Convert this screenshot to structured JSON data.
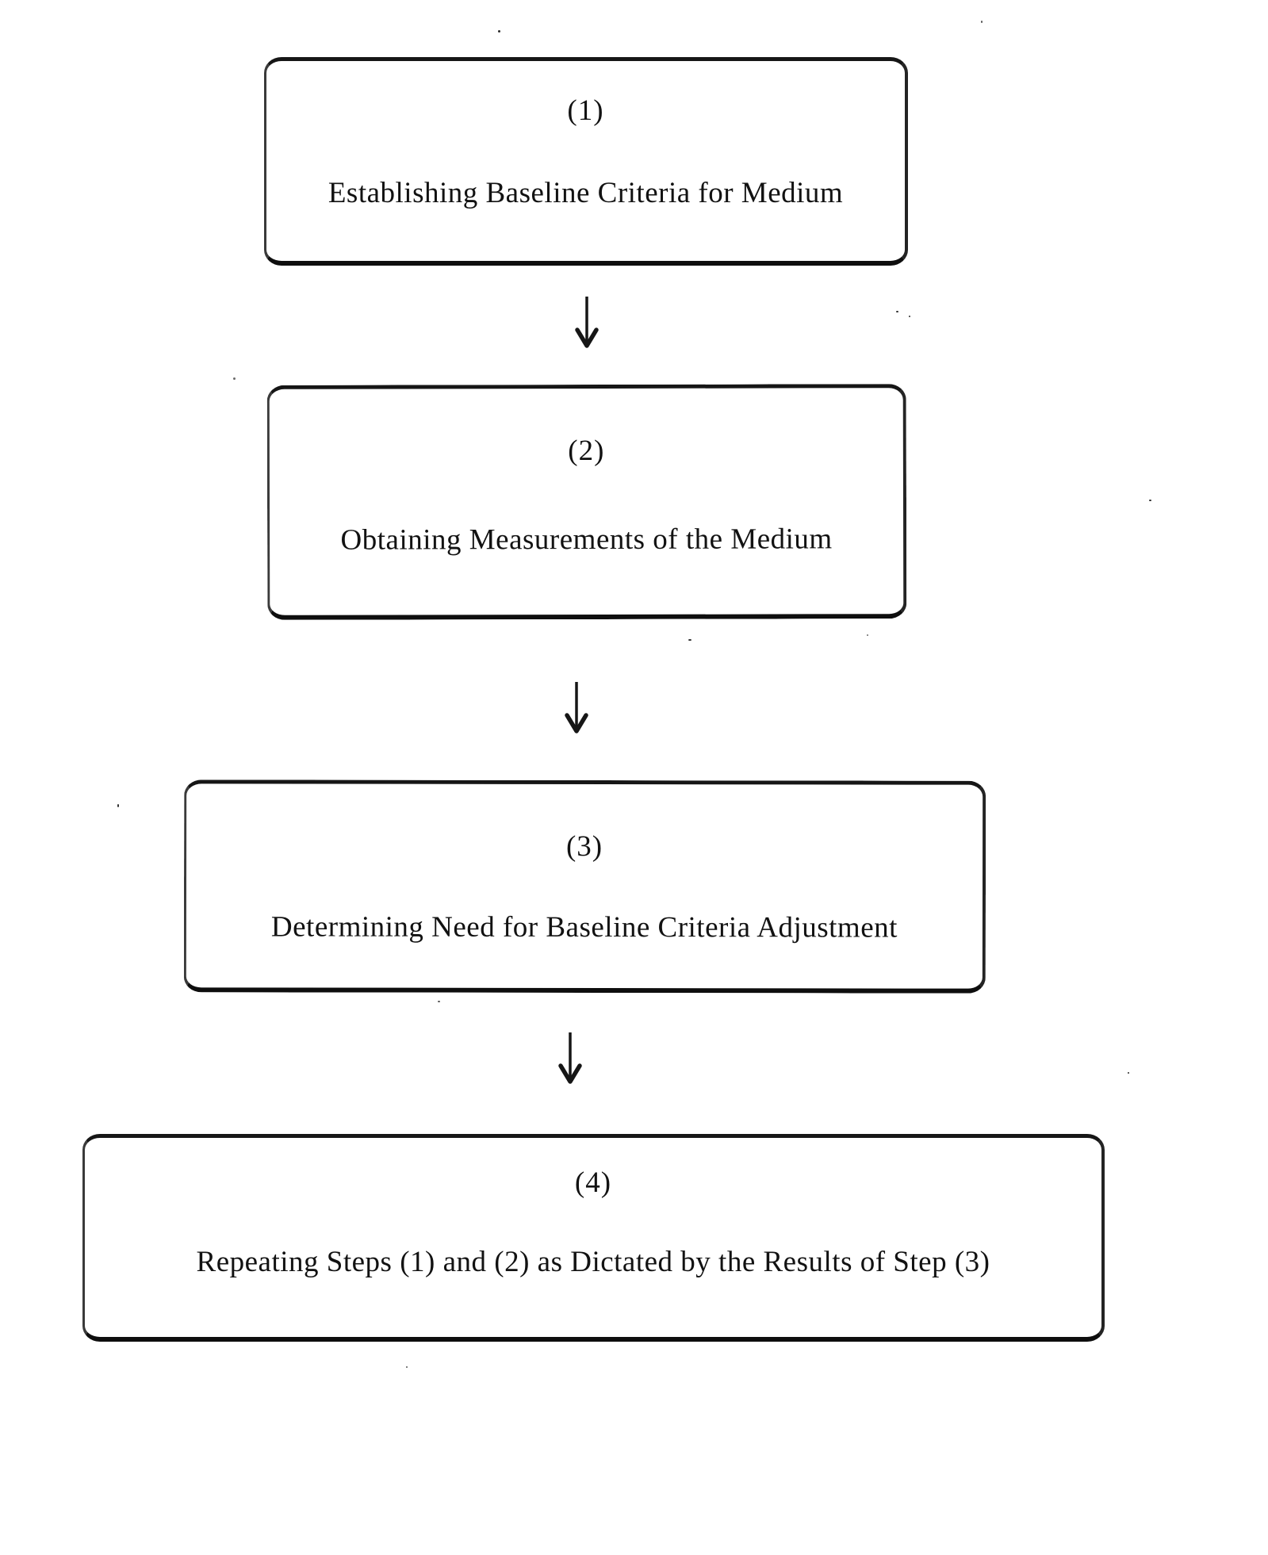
{
  "page": {
    "background_color": "#ffffff",
    "ink_color": "#121212"
  },
  "flowchart": {
    "type": "flowchart",
    "direction": "top-down",
    "steps": [
      {
        "number": "(1)",
        "label": "Establishing Baseline Criteria for Medium"
      },
      {
        "number": "(2)",
        "label": "Obtaining Measurements of the Medium"
      },
      {
        "number": "(3)",
        "label": "Determining Need for Baseline Criteria Adjustment"
      },
      {
        "number": "(4)",
        "label": "Repeating Steps (1) and (2) as Dictated by the Results of Step (3)"
      }
    ],
    "connector": {
      "icon": "arrow-down-icon",
      "glyph": "↓"
    }
  }
}
